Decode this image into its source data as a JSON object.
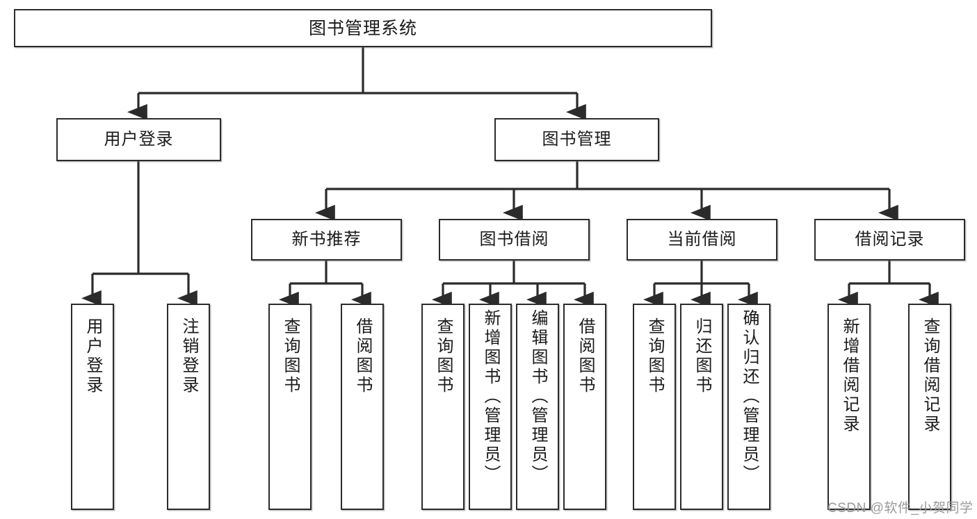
{
  "diagram": {
    "title": "图书管理系统",
    "type": "hierarchy-tree",
    "background_color": "#ffffff",
    "node_border_color": "#2b2b2b",
    "node_fill_color": "#ffffff",
    "edge_color": "#2b2b2b"
  },
  "nodes": {
    "root": {
      "label": "图书管理系统",
      "level": 1,
      "orientation": "horizontal"
    },
    "level2": [
      {
        "id": "user-login",
        "label": "用户登录",
        "orientation": "horizontal"
      },
      {
        "id": "book-management",
        "label": "图书管理",
        "orientation": "horizontal"
      }
    ],
    "level3": [
      {
        "id": "new-book-recommend",
        "label": "新书推荐",
        "orientation": "horizontal"
      },
      {
        "id": "book-borrow",
        "label": "图书借阅",
        "orientation": "horizontal"
      },
      {
        "id": "current-borrow",
        "label": "当前借阅",
        "orientation": "horizontal"
      },
      {
        "id": "borrow-record",
        "label": "借阅记录",
        "orientation": "horizontal"
      }
    ],
    "leaves": [
      {
        "id": "leaf-user-login",
        "label": "用户登录",
        "parent": "user-login",
        "orientation": "vertical"
      },
      {
        "id": "leaf-user-logout",
        "label": "注销登录",
        "parent": "user-login",
        "orientation": "vertical"
      },
      {
        "id": "leaf-query-book-1",
        "label": "查询图书",
        "parent": "new-book-recommend",
        "orientation": "vertical"
      },
      {
        "id": "leaf-borrow-book-1",
        "label": "借阅图书",
        "parent": "new-book-recommend",
        "orientation": "vertical"
      },
      {
        "id": "leaf-query-book-2",
        "label": "查询图书",
        "parent": "book-borrow",
        "orientation": "vertical"
      },
      {
        "id": "leaf-add-book",
        "label": "新增图书（管理员）",
        "parent": "book-borrow",
        "orientation": "vertical"
      },
      {
        "id": "leaf-edit-book",
        "label": "编辑图书（管理员）",
        "parent": "book-borrow",
        "orientation": "vertical"
      },
      {
        "id": "leaf-borrow-book-2",
        "label": "借阅图书",
        "parent": "book-borrow",
        "orientation": "vertical"
      },
      {
        "id": "leaf-query-book-3",
        "label": "查询图书",
        "parent": "current-borrow",
        "orientation": "vertical"
      },
      {
        "id": "leaf-return-book",
        "label": "归还图书",
        "parent": "current-borrow",
        "orientation": "vertical"
      },
      {
        "id": "leaf-confirm-return",
        "label": "确认归还（管理员）",
        "parent": "current-borrow",
        "orientation": "vertical"
      },
      {
        "id": "leaf-add-record",
        "label": "新增借阅记录",
        "parent": "borrow-record",
        "orientation": "vertical"
      },
      {
        "id": "leaf-query-record",
        "label": "查询借阅记录",
        "parent": "borrow-record",
        "orientation": "vertical"
      }
    ]
  },
  "watermark": {
    "text": "CSDN @软件_小贺同学",
    "color": "#9a9a9a"
  }
}
